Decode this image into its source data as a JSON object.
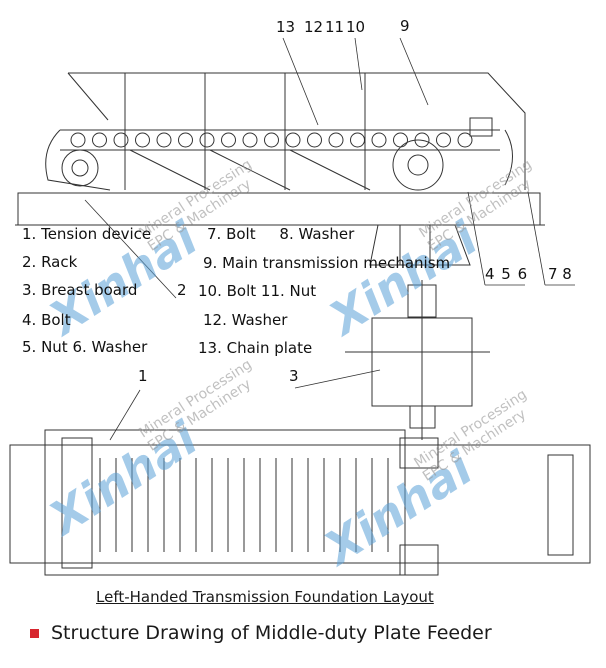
{
  "legend": {
    "left": [
      "1. Tension device",
      "2. Rack",
      "3. Breast board",
      "4. Bolt",
      "5. Nut 6. Washer"
    ],
    "right": [
      "7. Bolt     8. Washer",
      "9. Main transmission mechanism",
      "10. Bolt 11. Nut",
      "12. Washer",
      "13. Chain plate"
    ]
  },
  "callouts": {
    "c13": "13",
    "c12": "12",
    "c11": "11",
    "c10": "10",
    "c9": "9",
    "c2": "2",
    "c456": "4 5 6",
    "c78": "7 8",
    "c1": "1",
    "c3": "3"
  },
  "caption": "Left-Handed Transmission Foundation Layout",
  "title": "Structure Drawing of Middle-duty Plate Feeder",
  "watermark": {
    "brand": "Xinhai",
    "line1": "Mineral Processing",
    "line2": "EPC & Machinery"
  },
  "colors": {
    "accent": "#d7262e",
    "watermark": "#5aa0d7"
  }
}
